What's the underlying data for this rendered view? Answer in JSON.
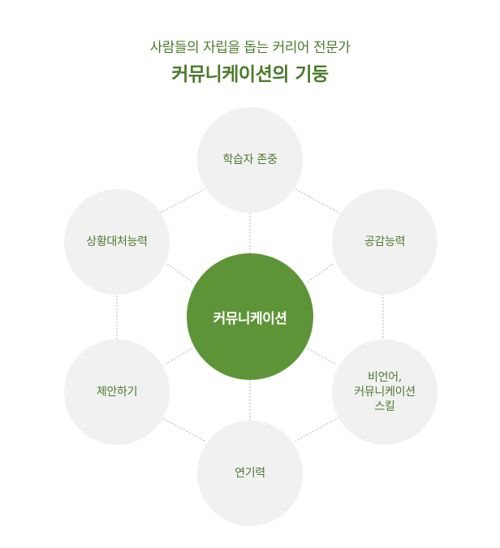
{
  "header": {
    "subtitle": "사람들의 자립을 돕는 커리어 전문가",
    "title": "커뮤니케이션의 기둥"
  },
  "center": {
    "label": "커뮤니케이션"
  },
  "pillars": [
    {
      "label": "학습자 존중"
    },
    {
      "label": "공감능력"
    },
    {
      "label": "비언어,\n커뮤니케이션\n스킬"
    },
    {
      "label": "연기력"
    },
    {
      "label": "제안하기"
    },
    {
      "label": "상황대처능력"
    }
  ],
  "colors": {
    "accent": "#4d7a2c",
    "center_fill": "#5e9438",
    "node_fill": "#f1f1f1",
    "connector": "#b5b5b5"
  }
}
